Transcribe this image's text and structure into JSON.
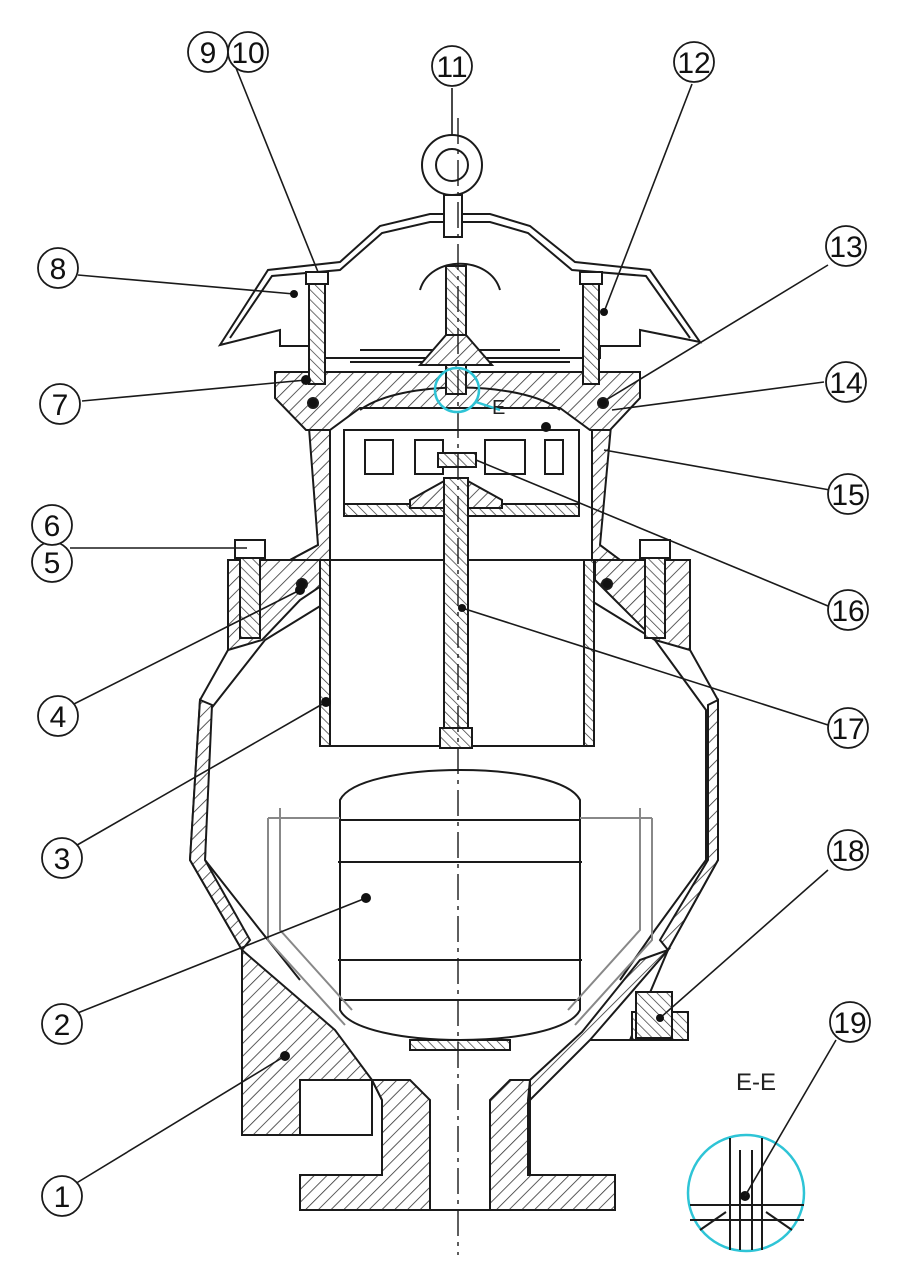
{
  "diagram": {
    "callouts": [
      "1",
      "2",
      "3",
      "4",
      "5",
      "6",
      "7",
      "8",
      "9",
      "10",
      "11",
      "12",
      "13",
      "14",
      "15",
      "16",
      "17",
      "18",
      "19"
    ],
    "section_label": "E-E",
    "detail_marker": "E",
    "colors": {
      "line": "#1a1a1a",
      "hatch": "#333333",
      "detail_circle": "#2ec4d6",
      "callout_fill": "#ffffff"
    }
  }
}
